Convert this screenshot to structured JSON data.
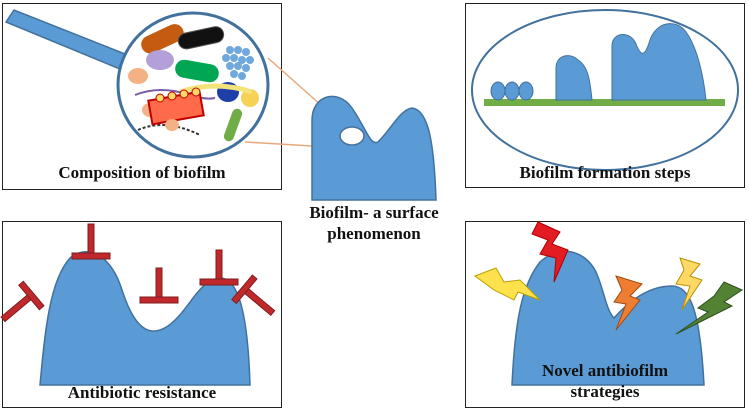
{
  "panels": {
    "composition": {
      "label": "Composition of biofilm"
    },
    "formation": {
      "label": "Biofilm formation steps"
    },
    "resistance": {
      "label": "Antibiotic resistance"
    },
    "novel": {
      "label_line1": "Novel antibiofilm",
      "label_line2": "strategies"
    }
  },
  "center": {
    "label_line1": "Biofilm- a surface",
    "label_line2": "phenomenon"
  },
  "colors": {
    "biofilm_blue": "#5b9bd5",
    "blue_outline": "#41719c",
    "surface_green": "#70ad47",
    "inhibitor_red": "#c0282c",
    "bolt_red": "#e31b23",
    "bolt_yellow": "#ffe14d",
    "bolt_orange": "#ed7d31",
    "bolt_light_yellow": "#ffd966",
    "bolt_green": "#548235",
    "magnifier_handle": "#5b9bd5",
    "leader_line": "#e8a87c"
  },
  "icons": {
    "composition": "magnifying-glass-microbes",
    "resistance": "t-shaped-inhibitor",
    "novel": "lightning-bolt"
  }
}
